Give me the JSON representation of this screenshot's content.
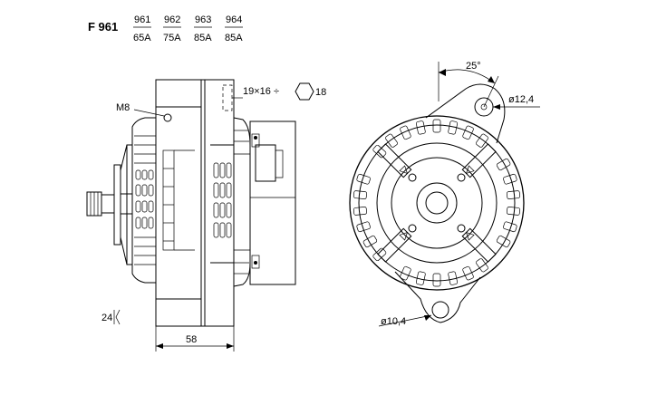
{
  "header": {
    "model": "F 961",
    "variants": [
      {
        "code": "961",
        "amps": "65A"
      },
      {
        "code": "962",
        "amps": "75A"
      },
      {
        "code": "963",
        "amps": "85A"
      },
      {
        "code": "964",
        "amps": "85A"
      }
    ]
  },
  "side_view": {
    "thread_label": "M8",
    "terminal_label": "19×16 ÷",
    "hex_label": "18",
    "width_label": "58",
    "pulley_label": "24"
  },
  "front_view": {
    "angle_label": "25°",
    "top_hole_label": "ø12,4",
    "bottom_hole_label": "ø10,4"
  }
}
